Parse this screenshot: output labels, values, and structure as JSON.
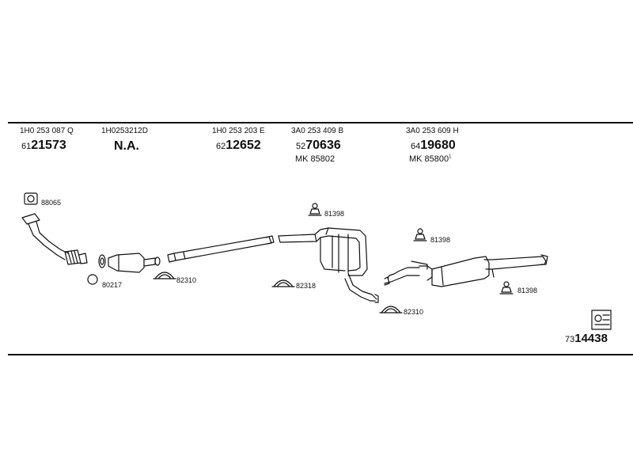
{
  "header": {
    "col1": {
      "part_no": "1H0 253 087 Q",
      "order_prefix": "61",
      "order_main": "21573"
    },
    "col2": {
      "part_no": "1H0253212D",
      "note": "N.A."
    },
    "col3": {
      "part_no": "1H0 253 203 E",
      "order_prefix": "62",
      "order_main": "12652"
    },
    "col4": {
      "part_no": "3A0 253 409 B",
      "order_prefix": "52",
      "order_main": "70636",
      "mk": "MK  85802"
    },
    "col5": {
      "part_no": "3A0 253 609 H",
      "order_prefix": "64",
      "order_main": "19680",
      "mk": "MK  85800",
      "mk_sup": "1"
    }
  },
  "labels": {
    "gasket_top": "88065",
    "gasket_round": "80217",
    "clamp_1": "82310",
    "clamp_2": "82318",
    "clamp_3": "82310",
    "hanger_1": "81398",
    "hanger_2": "81398",
    "hanger_3": "81398"
  },
  "footer": {
    "sheet_prefix": "73",
    "sheet_main": "14438"
  }
}
